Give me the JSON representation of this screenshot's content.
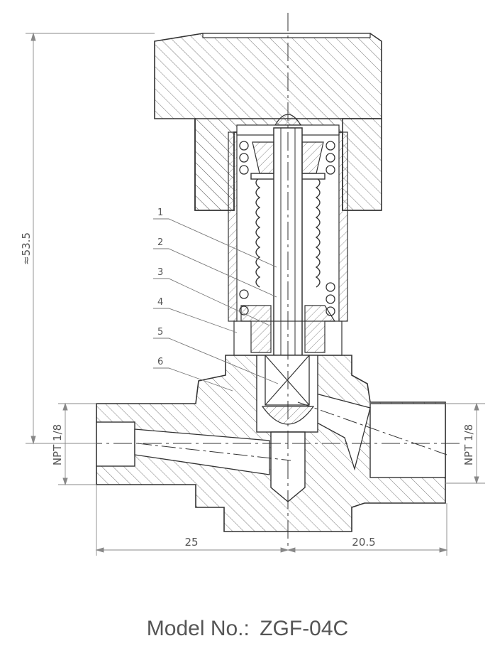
{
  "dimensions": {
    "height": "≈53.5",
    "left_width": "25",
    "right_width": "20.5",
    "left_port": "NPT 1/8",
    "right_port": "NPT 1/8"
  },
  "callouts": [
    "1",
    "2",
    "3",
    "4",
    "5",
    "6"
  ],
  "model": {
    "label": "Model No.:",
    "value": "ZGF-04C"
  }
}
